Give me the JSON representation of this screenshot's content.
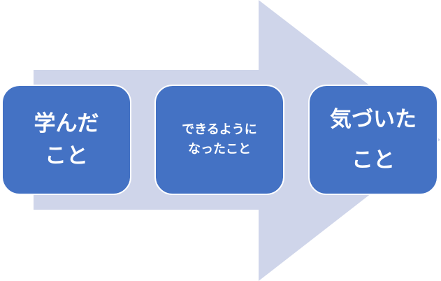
{
  "colors": {
    "box": "#4472C4",
    "arrow": "#CFD5EA",
    "text": "#FFFFFF"
  },
  "steps": [
    {
      "line1": "学んだ",
      "line2": "こと"
    },
    {
      "line1": "できるように",
      "line2": "なったこと"
    },
    {
      "line1": "気づいた",
      "line2": "こと"
    }
  ]
}
